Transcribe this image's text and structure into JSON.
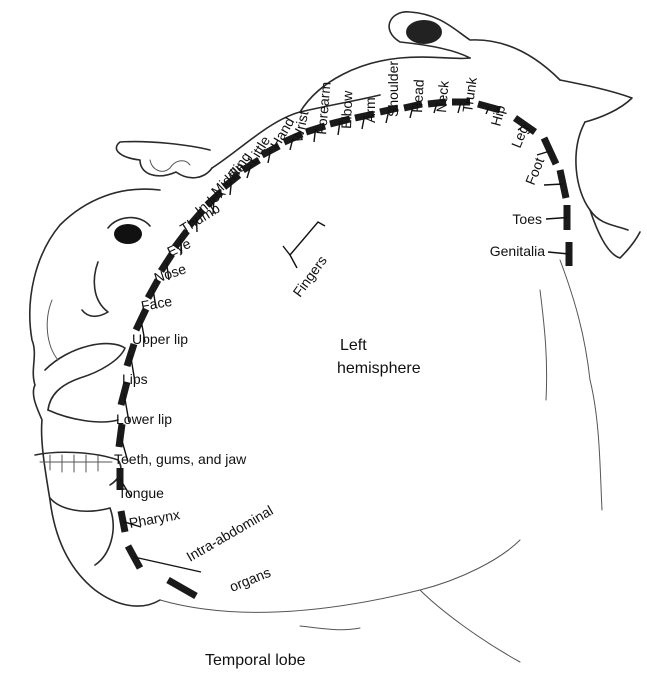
{
  "hemisphere_label": [
    "Left",
    "hemisphere"
  ],
  "lobe_label": "Temporal lobe",
  "fingers_group_label": "Fingers",
  "regions": [
    "Genitalia",
    "Toes",
    "Foot",
    "Leg",
    "Hip",
    "Trunk",
    "Neck",
    "Head",
    "Shoulder",
    "Arm",
    "Elbow",
    "Forearm",
    "Wrist",
    "Hand",
    "Little",
    "Ring",
    "Middle",
    "Index",
    "Thumb",
    "Eye",
    "Nose",
    "Face",
    "Upper lip",
    "Lips",
    "Lower lip",
    "Teeth, gums, and jaw",
    "Tongue",
    "Pharynx",
    "Intra-abdominal",
    "organs"
  ]
}
